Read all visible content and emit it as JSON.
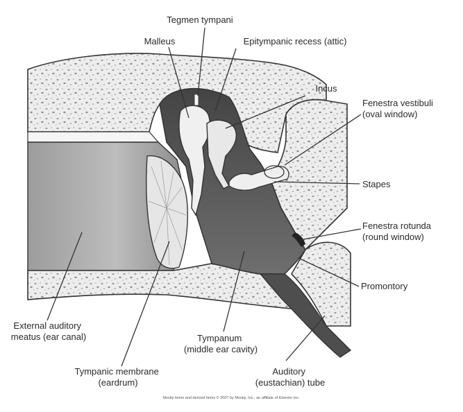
{
  "diagram": {
    "labels": [
      {
        "id": "tegmen",
        "lines": [
          "Tegmen tympani"
        ]
      },
      {
        "id": "malleus",
        "lines": [
          "Malleus"
        ]
      },
      {
        "id": "epitympanic",
        "lines": [
          "Epitympanic recess (attic)"
        ]
      },
      {
        "id": "incus",
        "lines": [
          "Incus"
        ]
      },
      {
        "id": "oval-window",
        "lines": [
          "Fenestra vestibuli",
          "(oval window)"
        ]
      },
      {
        "id": "stapes",
        "lines": [
          "Stapes"
        ]
      },
      {
        "id": "round-window",
        "lines": [
          "Fenestra rotunda",
          "(round window)"
        ]
      },
      {
        "id": "promontory",
        "lines": [
          "Promontory"
        ]
      },
      {
        "id": "ear-canal",
        "lines": [
          "External auditory",
          "meatus (ear canal)"
        ]
      },
      {
        "id": "tympanum",
        "lines": [
          "Tympanum",
          "(middle ear cavity)"
        ]
      },
      {
        "id": "eardrum",
        "lines": [
          "Tympanic membrane",
          "(eardrum)"
        ]
      },
      {
        "id": "eustachian",
        "lines": [
          "Auditory",
          "(eustachian) tube"
        ]
      }
    ],
    "credit": "Mosby items and derived items © 2007 by Mosby, Inc., an affiliate of Elsevier Inc."
  },
  "colors": {
    "bone": "#ebebeb",
    "canal": "#a4a4a4",
    "cavity": "#5a5a5a",
    "ossicle": "#eeeeee"
  }
}
